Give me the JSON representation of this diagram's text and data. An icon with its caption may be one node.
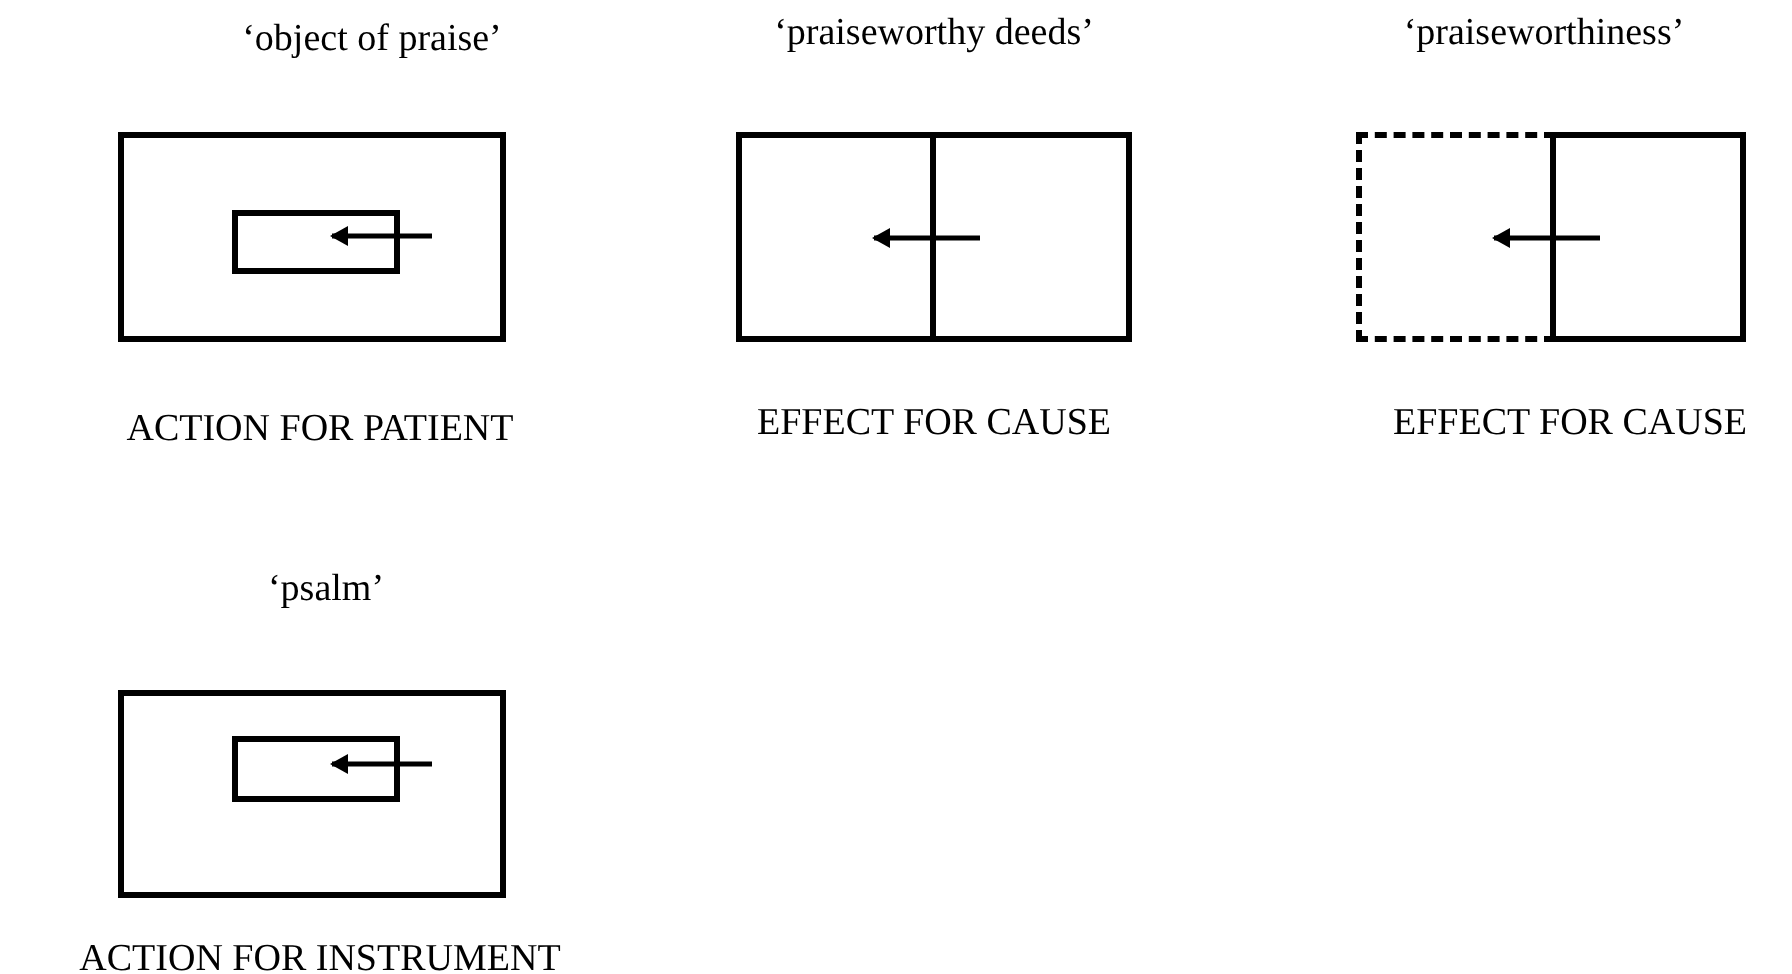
{
  "diagram": {
    "nodes": [
      {
        "text": [
          "‘object of praise’"
        ],
        "beside": [
          "ACTION FOR PATIENT"
        ]
      },
      {
        "text": [],
        "shape": "box",
        "in": 0
      },
      {
        "text": [
          "‘praiseworthy deeds’"
        ],
        "beside": [
          "EFFECT FOR CAUSE"
        ]
      },
      {
        "text": [],
        "shape": "box",
        "in": 2
      },
      {
        "text": [],
        "shape": "box",
        "in": 2
      },
      {
        "text": [
          "‘praiseworthiness’"
        ],
        "beside": [
          "EFFECT FOR CAUSE"
        ]
      },
      {
        "text": [],
        "shape": "box",
        "in": 5
      },
      {
        "text": [],
        "shape": "box",
        "in": 5
      },
      {
        "text": [
          "‘psalm’"
        ],
        "beside": [
          "ACTION FOR INSTRUMENT"
        ]
      },
      {
        "text": [],
        "shape": "box",
        "in": 8
      }
    ],
    "edges": [
      {
        "from": null,
        "to": 1,
        "arrow": "to"
      },
      {
        "from": 4,
        "to": 3,
        "arrow": "to"
      },
      {
        "from": 7,
        "to": 6,
        "arrow": "to"
      },
      {
        "from": null,
        "to": 9,
        "arrow": "to"
      }
    ]
  }
}
